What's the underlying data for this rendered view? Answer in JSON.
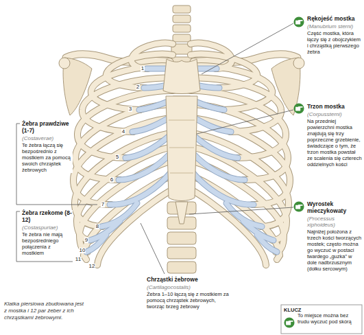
{
  "diagram": {
    "caption": "Klatka piersiowa zbudowana jest z mostka i 12 par żeber z ich chrząstkami żebrowymi.",
    "labels": [
      "Rękojeść mostka",
      "(Manubrium sterni)",
      "Część mostka, która łączy się z obojczykiem i chrząstką pierwszego żebra",
      "Trzon mostka",
      "(Corpussterni)",
      "Na przedniej powierzchni mostka znajdują się trzy poprzeczne grzebienie, świadczące o tym, że trzon mostka powstał ze scalenia się czterech oddzielnych kości",
      "Wyrostek mieczykowaty",
      "(Processus xiphoideus)",
      "Najniżej położona z trzech kości tworzących mostek; często można go wyczuć w postaci twardego „guzka” w dole nadbrzusznym (dołku sercowym)",
      "Żebra prawdziwe (1-7)",
      "(Costaverae)",
      "Te żebra łączą się bezpośrednio z mostkiem za pomocą swoich chrząstek żebrowych",
      "Żebra rzekome (8-12)",
      "(Costaspuriae)",
      "Te żebra nie mają bezpośredniego połączenia z mostkiem",
      "Chrząstki żebrowe",
      "(Cartilagocostalis)",
      "Żebra 1–10 łączą się z mostkiem za pomocą chrząstek żebrowych, tworząc brzeg żebrowy",
      "1",
      "2",
      "3",
      "4",
      "5",
      "6",
      "7",
      "8",
      "9",
      "10",
      "11",
      "12",
      "KLUCZ"
    ],
    "legend": [
      {
        "text": "To miejsce można bez trudu wyczuć pod skórą"
      }
    ]
  }
}
